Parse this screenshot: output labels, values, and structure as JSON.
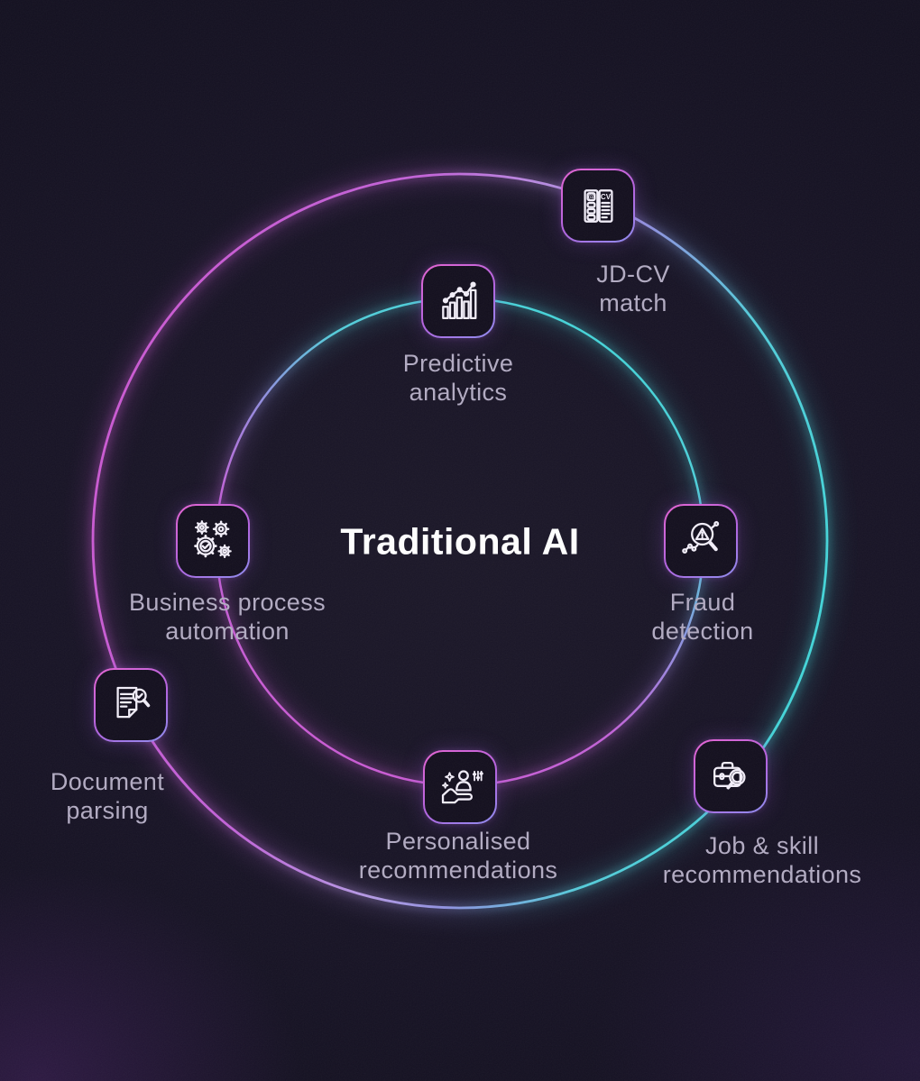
{
  "title": "Traditional AI",
  "colors": {
    "accent-pink": "#cb59d2",
    "accent-magenta": "#c263d8",
    "accent-lavender": "#b49ae4",
    "accent-violet": "#8f92e0",
    "accent-cyan": "#55ccda",
    "accent-teal": "#41d6d8",
    "node-border-start": "#e563d2",
    "node-border-mid": "#b263e0",
    "node-border-end": "#8f8df0",
    "label-color": "#b2abc2",
    "title-color": "#ffffff",
    "icon-stroke": "#f2eef9"
  },
  "nodes": [
    {
      "id": "jd-cv-match",
      "icon": "cv-match-icon",
      "label_line1": "JD-CV",
      "label_line2": "match"
    },
    {
      "id": "predictive-analytics",
      "icon": "bar-chart-trend-icon",
      "label_line1": "Predictive",
      "label_line2": "analytics"
    },
    {
      "id": "fraud-detection",
      "icon": "alert-magnifier-icon",
      "label_line1": "Fraud",
      "label_line2": "detection"
    },
    {
      "id": "business-process-automation",
      "icon": "gears-check-icon",
      "label_line1": "Business process",
      "label_line2": "automation"
    },
    {
      "id": "document-parsing",
      "icon": "document-search-icon",
      "label_line1": "Document",
      "label_line2": "parsing"
    },
    {
      "id": "personalised-recommendations",
      "icon": "hand-person-icon",
      "label_line1": "Personalised",
      "label_line2": "recommendations"
    },
    {
      "id": "job-skill-recommendations",
      "icon": "briefcase-search-icon",
      "label_line1": "Job & skill",
      "label_line2": "recommendations"
    }
  ],
  "icon_cv_text": {
    "at": "@",
    "cv": "CV"
  }
}
